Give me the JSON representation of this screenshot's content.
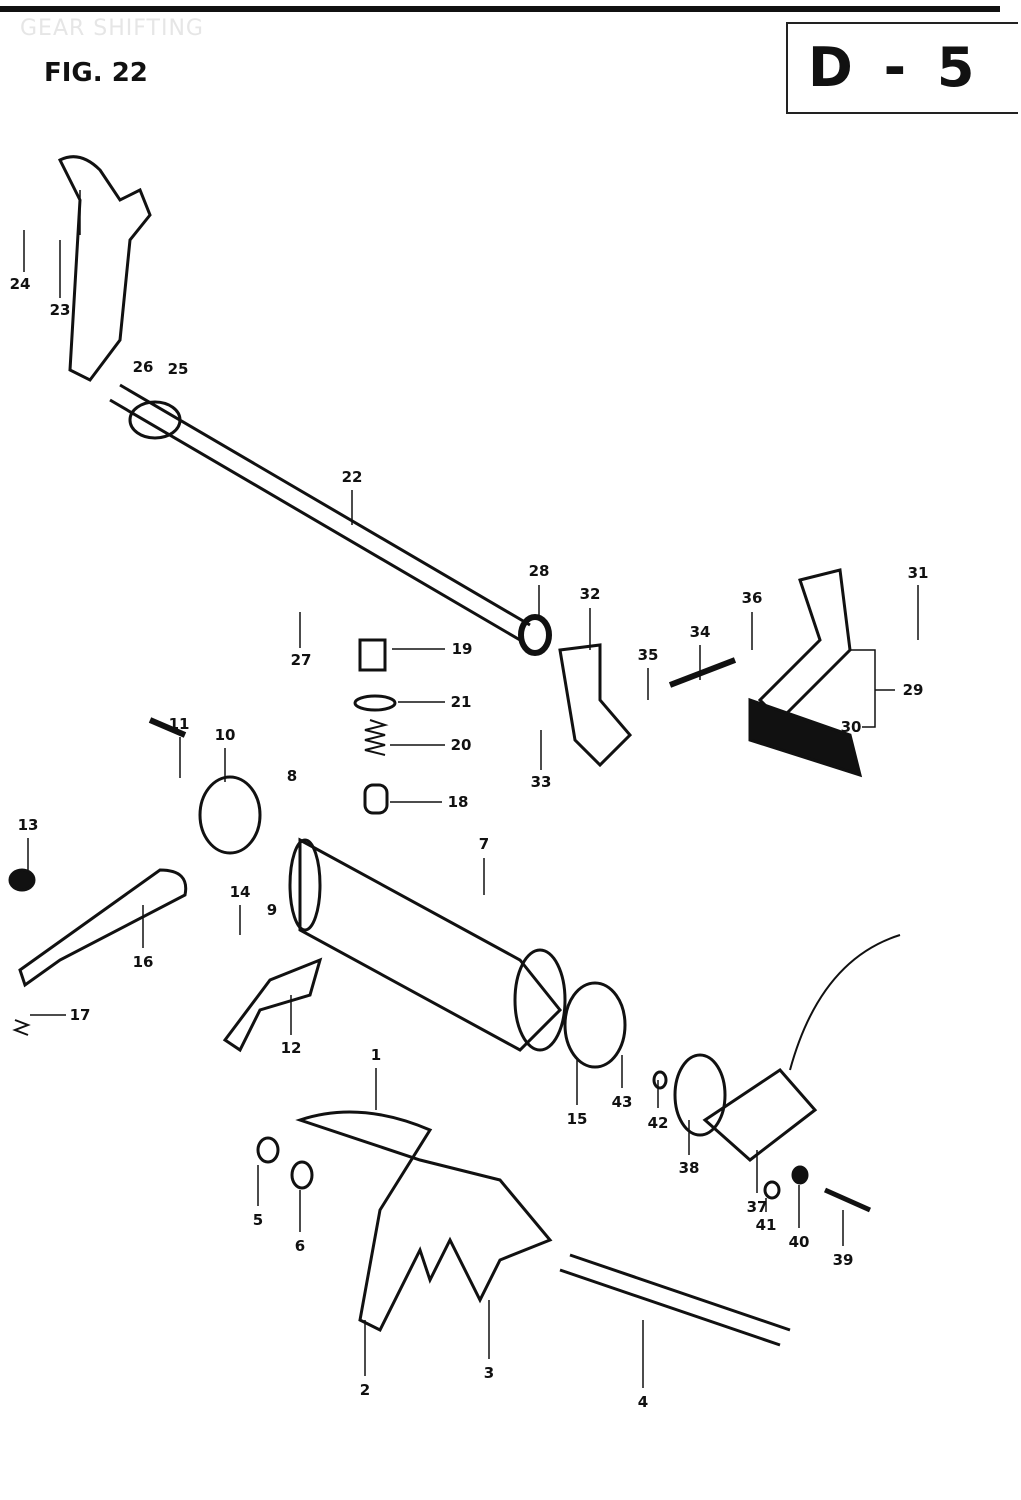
{
  "header": {
    "subtitle": "GEAR SHIFTING",
    "figure": "FIG. 22",
    "section": "D - 5"
  },
  "callouts": [
    "1",
    "2",
    "3",
    "4",
    "5",
    "6",
    "7",
    "8",
    "9",
    "10",
    "11",
    "12",
    "13",
    "14",
    "15",
    "16",
    "17",
    "18",
    "19",
    "20",
    "21",
    "22",
    "23",
    "24",
    "25",
    "26",
    "27",
    "28",
    "29",
    "30",
    "31",
    "32",
    "33",
    "34",
    "35",
    "36",
    "37",
    "38",
    "39",
    "40",
    "41",
    "42",
    "43"
  ]
}
